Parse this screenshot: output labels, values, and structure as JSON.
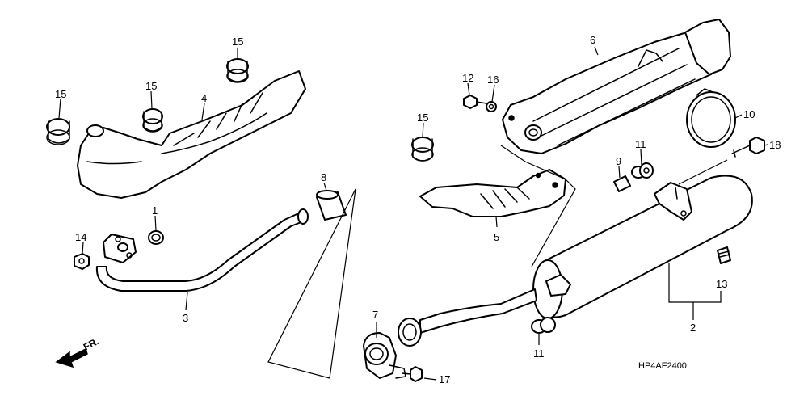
{
  "diagram": {
    "code": "HP4AF2400",
    "direction_label": "FR.",
    "callouts": {
      "c1": "1",
      "c2": "2",
      "c3": "3",
      "c4": "4",
      "c5": "5",
      "c6": "6",
      "c7": "7",
      "c8": "8",
      "c9": "9",
      "c10": "10",
      "c11a": "11",
      "c11b": "11",
      "c12": "12",
      "c13": "13",
      "c14": "14",
      "c15a": "15",
      "c15b": "15",
      "c15c": "15",
      "c15d": "15",
      "c16": "16",
      "c17": "17",
      "c18": "18"
    }
  }
}
